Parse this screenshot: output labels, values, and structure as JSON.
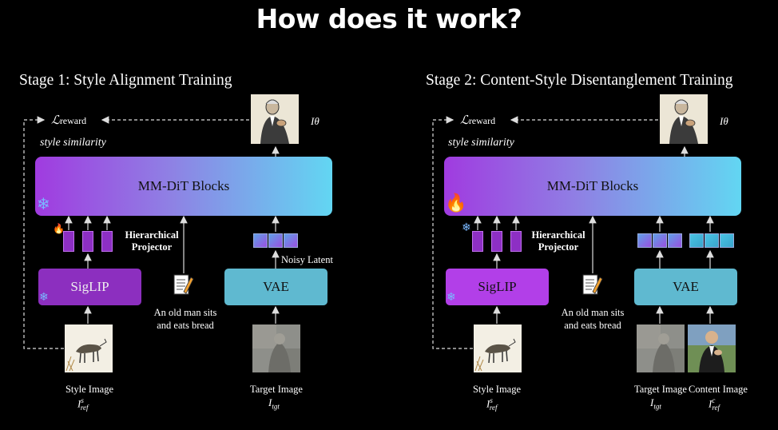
{
  "page_title": "How does it work?",
  "stage1": {
    "title": "Stage 1: Style Alignment Training",
    "reward_label": "ℒreward",
    "reward_symbol": "ℒ",
    "reward_sub": "reward",
    "style_similarity": "style similarity",
    "mmdit": "MM-DiT Blocks",
    "mmdit_state": "frozen",
    "projector": "Hierarchical\nProjector",
    "projector_state": "trainable",
    "siglip": "SigLIP",
    "siglip_state": "frozen",
    "vae": "VAE",
    "noisy_latent": "Noisy Latent",
    "prompt": "An old man sits\nand eats bread",
    "output_symbol": "Iθ",
    "style_image_label": "Style Image",
    "style_image_symbol": "I^s_ref",
    "target_image_label": "Target Image",
    "target_image_symbol": "I_tgt"
  },
  "stage2": {
    "title": "Stage 2: Content-Style Disentanglement Training",
    "reward_label": "ℒreward",
    "reward_symbol": "ℒ",
    "reward_sub": "reward",
    "style_similarity": "style similarity",
    "mmdit": "MM-DiT Blocks",
    "mmdit_state": "trainable",
    "projector": "Hierarchical\nProjector",
    "projector_state": "frozen",
    "siglip": "SigLIP",
    "siglip_state": "frozen",
    "vae": "VAE",
    "prompt": "An old man sits\nand eats bread",
    "output_symbol": "Iθ",
    "style_image_label": "Style Image",
    "style_image_symbol": "I^s_ref",
    "target_image_label": "Target Image",
    "target_image_symbol": "I_tgt",
    "content_image_label": "Content Image",
    "content_image_symbol": "I^c_ref"
  },
  "colors": {
    "background": "#000000",
    "mmdit_gradient_start": "#a03be0",
    "mmdit_gradient_end": "#62d6f2",
    "siglip": "#8c2fbf",
    "vae": "#5fb9d0",
    "frozen_icon": "#7ab8ff",
    "trainable_icon": "#ff7a1a"
  },
  "icons": {
    "frozen": "snowflake-icon",
    "trainable": "fire-icon",
    "prompt": "document-pencil-icon"
  }
}
